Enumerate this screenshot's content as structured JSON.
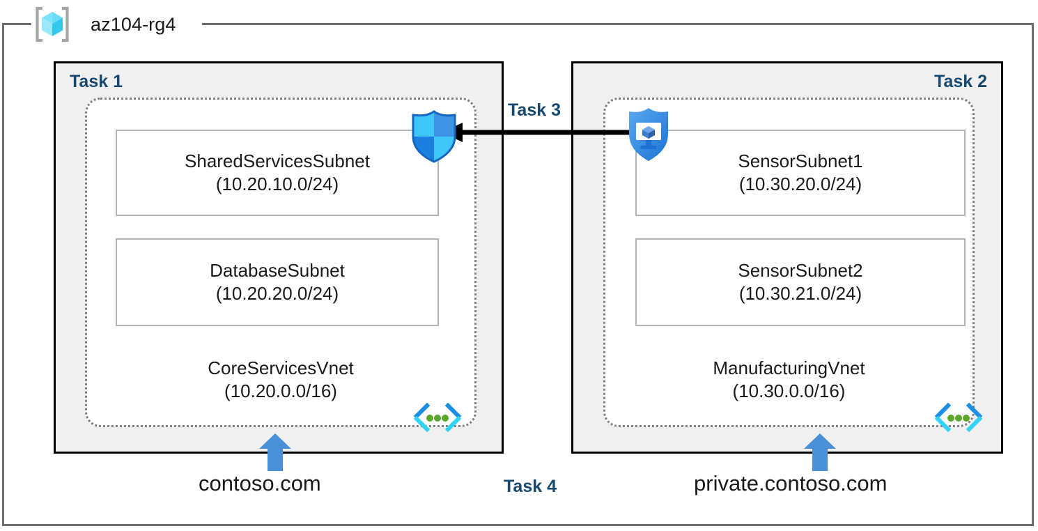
{
  "resource_group": {
    "name": "az104-rg4",
    "icon": "azure-resource-group-icon"
  },
  "colors": {
    "task_label": "#17496e",
    "panel_fill": "#f0f0f0",
    "panel_border": "#000000",
    "vnet_border": "#808080",
    "subnet_border": "#b3b3b3",
    "frame_border": "#6e6e6e",
    "arrow_blue": "#4a90d9",
    "arrow_black": "#000000",
    "shield_blue": "#2f8fe8",
    "vnet_icon_blue": "#1b8fe3",
    "vnet_icon_cyan": "#32d3f5",
    "vnet_icon_green": "#5aa72a"
  },
  "panels": [
    {
      "task_label": "Task 1",
      "task_align": "left",
      "vnet": {
        "name": "CoreServicesVnet",
        "cidr": "(10.20.0.0/16)",
        "icon": "virtual-network-icon",
        "subnets": [
          {
            "name": "SharedServicesSubnet",
            "cidr": "(10.20.10.0/24)"
          },
          {
            "name": "DatabaseSubnet",
            "cidr": "(10.20.20.0/24)"
          }
        ]
      },
      "dns_zone": "contoso.com",
      "dns_arrow_icon": "up-arrow-icon"
    },
    {
      "task_label": "Task 2",
      "task_align": "right",
      "vnet": {
        "name": "ManufacturingVnet",
        "cidr": "(10.30.0.0/16)",
        "icon": "virtual-network-icon",
        "subnets": [
          {
            "name": "SensorSubnet1",
            "cidr": "(10.30.20.0/24)"
          },
          {
            "name": "SensorSubnet2",
            "cidr": "(10.30.21.0/24)"
          }
        ]
      },
      "dns_zone": "private.contoso.com",
      "dns_arrow_icon": "up-arrow-icon"
    }
  ],
  "annotations": {
    "task3": "Task 3",
    "task4": "Task 4"
  },
  "icons": {
    "nsg_shield": "network-security-group-shield-icon",
    "asg_shield": "application-security-group-shield-icon",
    "peering_arrow": "left-pointing-arrow-icon"
  }
}
